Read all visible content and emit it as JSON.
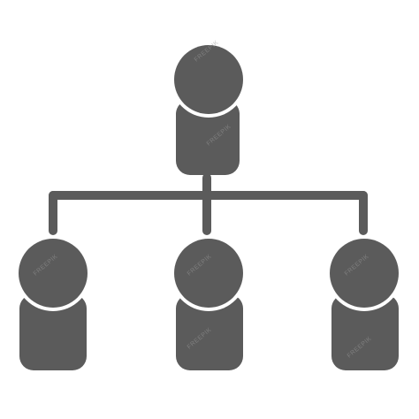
{
  "icon": {
    "name": "org-hierarchy-icon",
    "color": "#5b5b5b",
    "background": "#ffffff",
    "top_level_people": 1,
    "second_level_people": 3
  },
  "watermark": {
    "text": "FREEPIK",
    "color": "#9a9a9a"
  }
}
